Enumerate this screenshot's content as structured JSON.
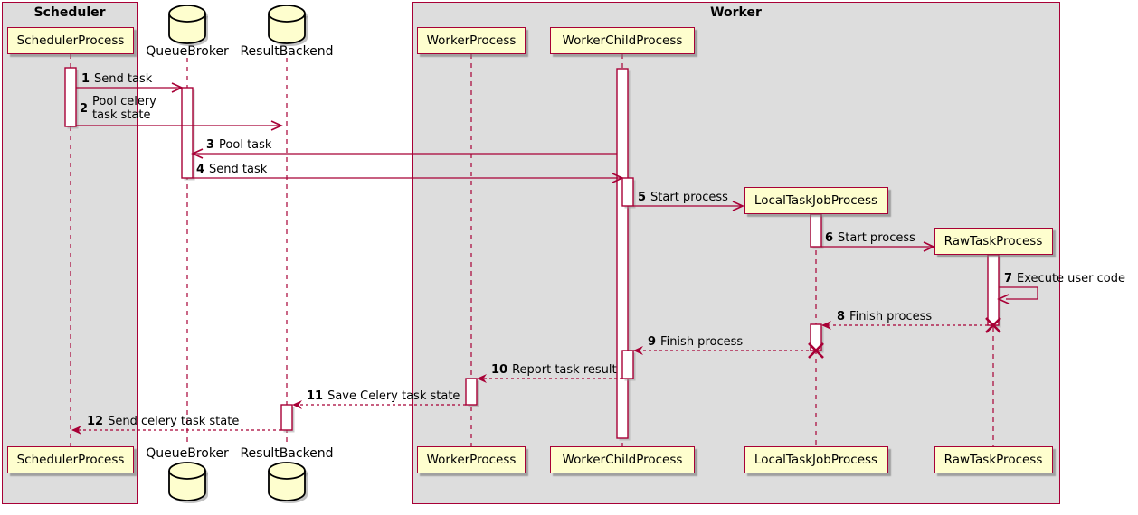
{
  "frames": [
    {
      "label": "Scheduler"
    },
    {
      "label": "Worker"
    }
  ],
  "participants": [
    {
      "label": "SchedulerProcess",
      "type": "participant"
    },
    {
      "label": "QueueBroker",
      "type": "database"
    },
    {
      "label": "ResultBackend",
      "type": "database"
    },
    {
      "label": "WorkerProcess",
      "type": "participant"
    },
    {
      "label": "WorkerChildProcess",
      "type": "participant"
    },
    {
      "label": "LocalTaskJobProcess",
      "type": "participant"
    },
    {
      "label": "RawTaskProcess",
      "type": "participant"
    }
  ],
  "messages": [
    {
      "num": "1",
      "text": "Send task",
      "kind": "solid"
    },
    {
      "num": "2",
      "text": "Pool celery\ntask state",
      "kind": "solid"
    },
    {
      "num": "3",
      "text": "Pool task",
      "kind": "solid"
    },
    {
      "num": "4",
      "text": "Send task",
      "kind": "solid"
    },
    {
      "num": "5",
      "text": "Start process",
      "kind": "solid"
    },
    {
      "num": "6",
      "text": "Start process",
      "kind": "solid"
    },
    {
      "num": "7",
      "text": "Execute user code",
      "kind": "self"
    },
    {
      "num": "8",
      "text": "Finish process",
      "kind": "return"
    },
    {
      "num": "9",
      "text": "Finish process",
      "kind": "return"
    },
    {
      "num": "10",
      "text": "Report task result",
      "kind": "return"
    },
    {
      "num": "11",
      "text": "Save Celery task state",
      "kind": "return"
    },
    {
      "num": "12",
      "text": "Send celery task state",
      "kind": "return"
    }
  ],
  "colors": {
    "accent": "#A80036",
    "node_fill": "#FEFECE",
    "frame_fill": "#DDDDDD",
    "activation_fill": "#FFFFFF",
    "shadow": "#999999",
    "cylinder_border": "#000000"
  }
}
